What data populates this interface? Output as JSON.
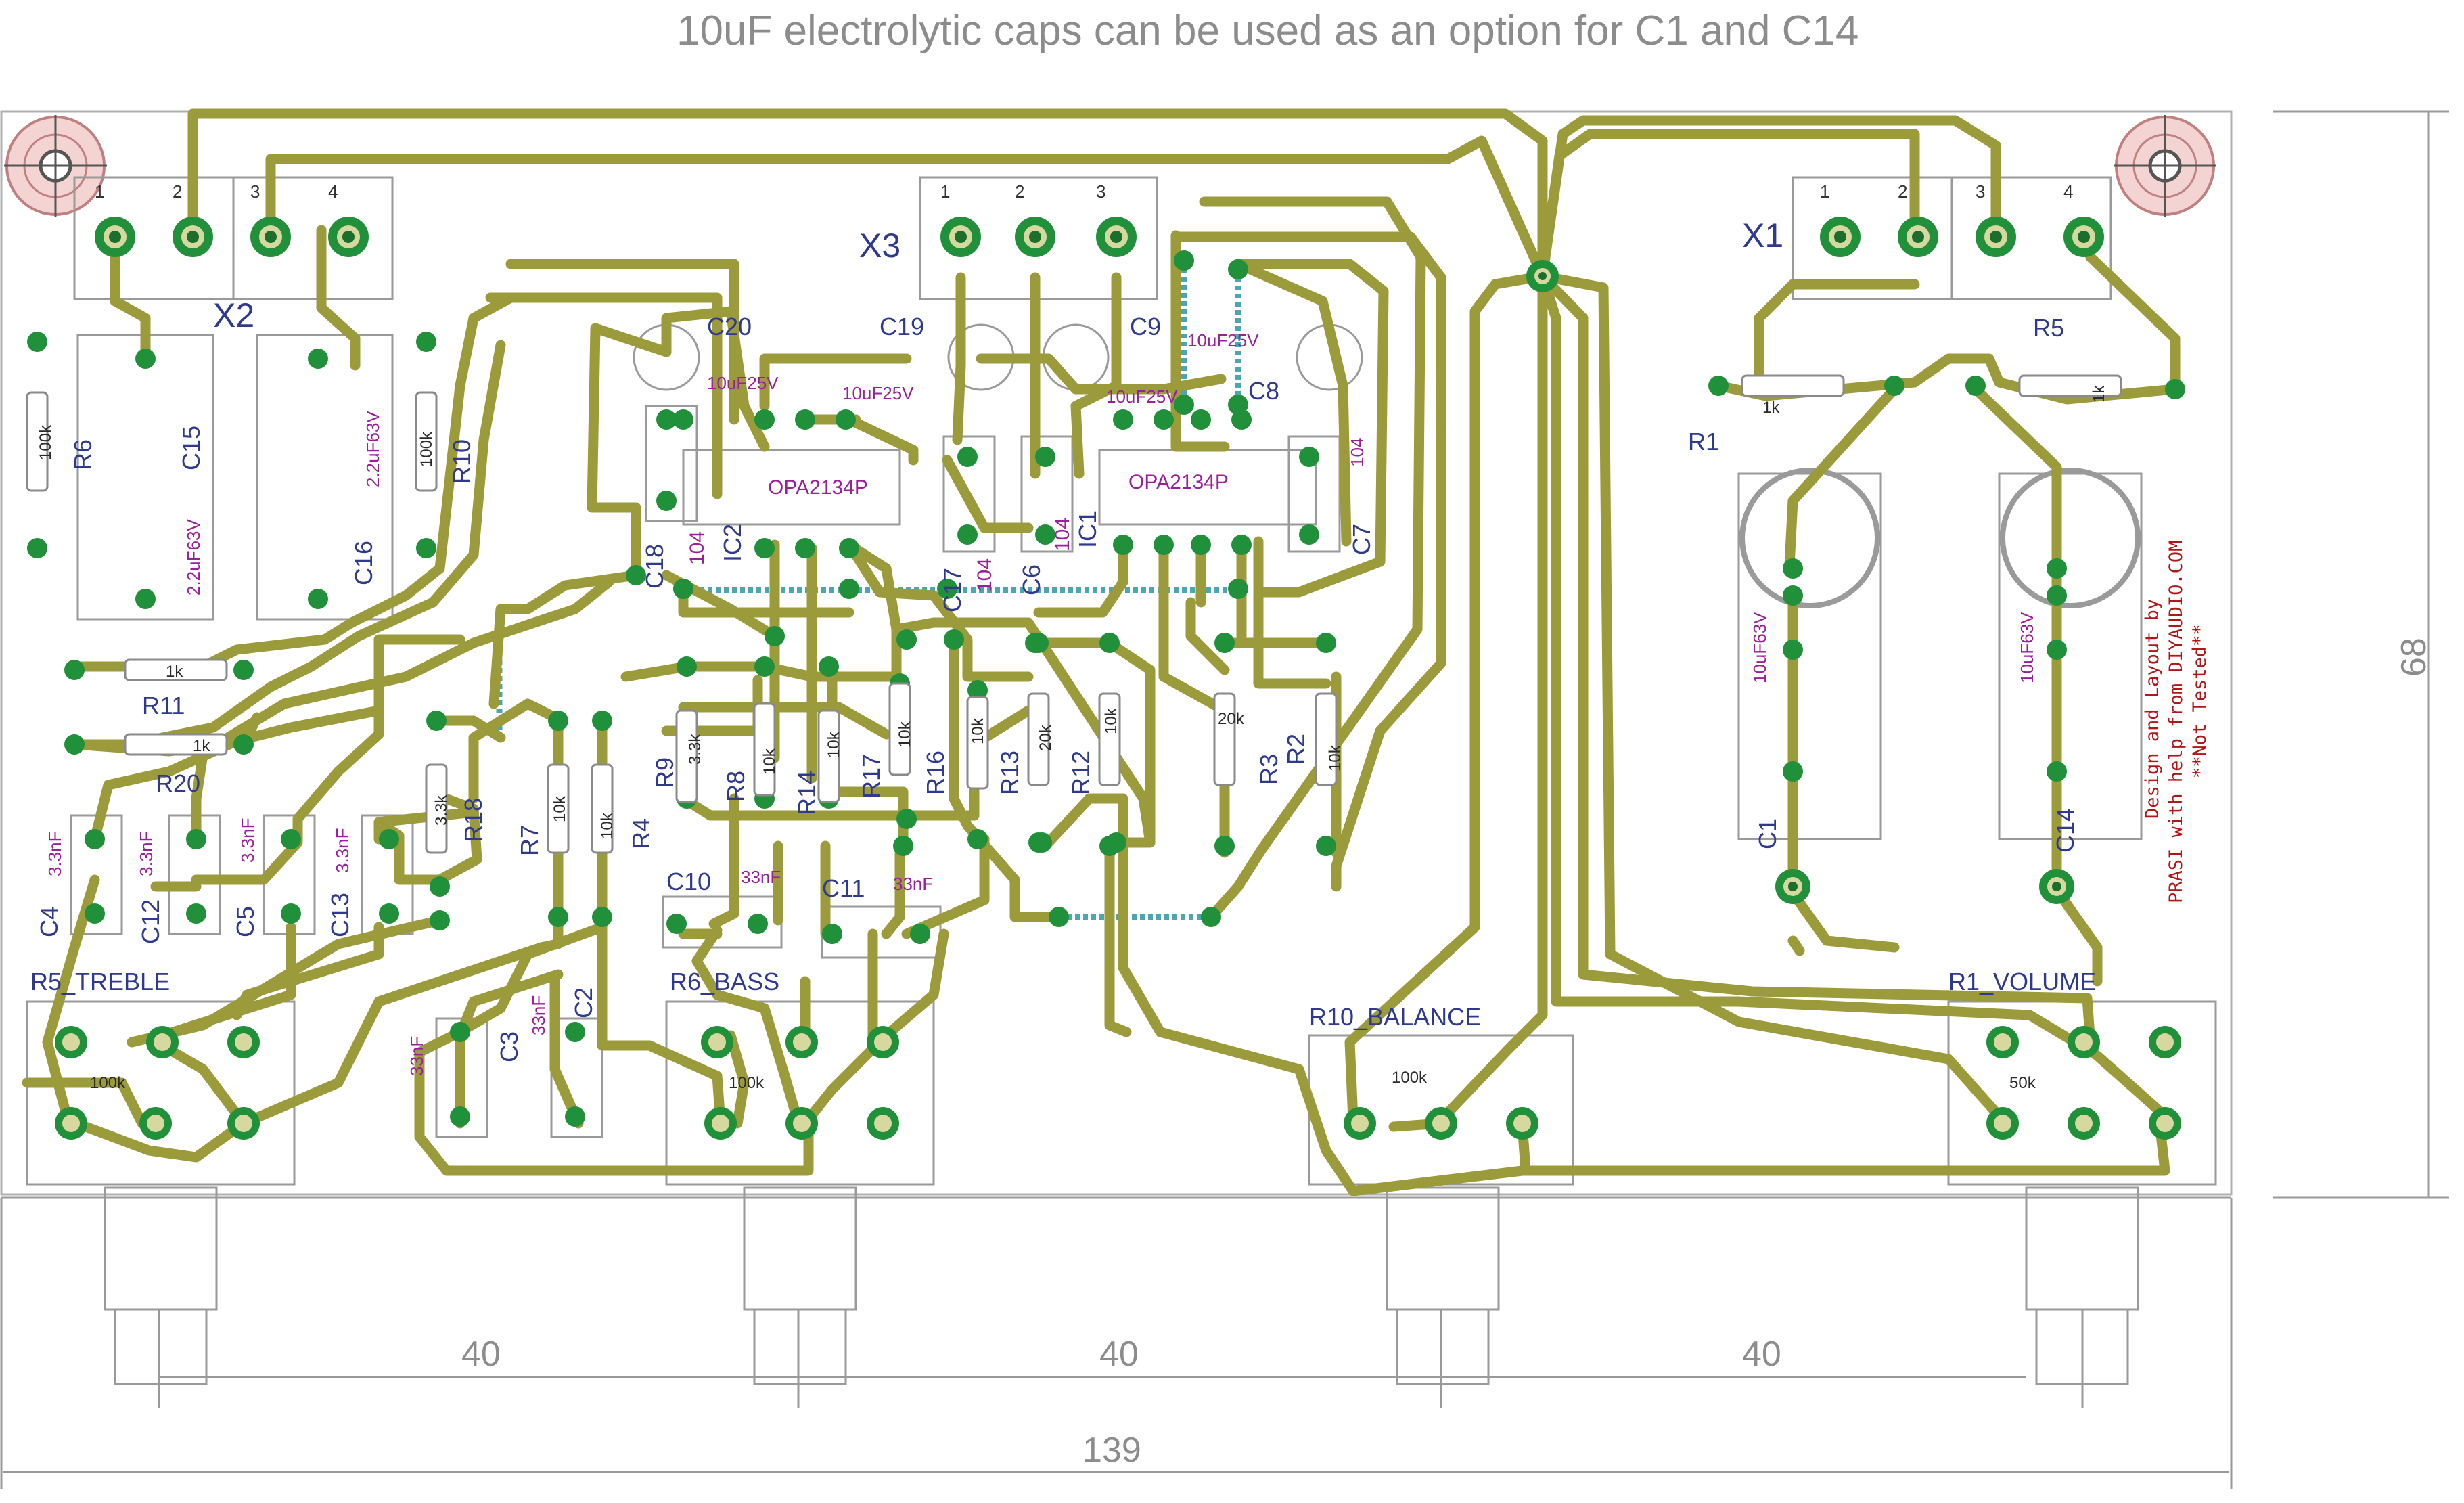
{
  "title": "10uF electrolytic caps can be used as an option for C1 and C14",
  "connectors": [
    {
      "ref": "X1",
      "pins": [
        "1",
        "2",
        "3",
        "4"
      ]
    },
    {
      "ref": "X2",
      "pins": [
        "1",
        "2",
        "3",
        "4"
      ]
    },
    {
      "ref": "X3",
      "pins": [
        "1",
        "2",
        "3"
      ]
    }
  ],
  "ics": [
    {
      "ref": "IC1",
      "part": "OPA2134P"
    },
    {
      "ref": "IC2",
      "part": "OPA2134P"
    }
  ],
  "resistors": [
    {
      "ref": "R1",
      "value": "1k"
    },
    {
      "ref": "R2",
      "value": "10k"
    },
    {
      "ref": "R3",
      "value": "20k"
    },
    {
      "ref": "R4",
      "value": "10k"
    },
    {
      "ref": "R5",
      "value": "1k"
    },
    {
      "ref": "R6",
      "value": "100k"
    },
    {
      "ref": "R7",
      "value": "10k"
    },
    {
      "ref": "R8",
      "value": "10k"
    },
    {
      "ref": "R9",
      "value": "3.3k"
    },
    {
      "ref": "R10",
      "value": "100k"
    },
    {
      "ref": "R11",
      "value": "1k"
    },
    {
      "ref": "R12",
      "value": "10k"
    },
    {
      "ref": "R13",
      "value": "20k"
    },
    {
      "ref": "R14",
      "value": "10k"
    },
    {
      "ref": "R16",
      "value": "10k"
    },
    {
      "ref": "R17",
      "value": "10k"
    },
    {
      "ref": "R18",
      "value": "3.3k"
    },
    {
      "ref": "R20",
      "value": "1k"
    }
  ],
  "capacitors": [
    {
      "ref": "C1",
      "value": "10uF63V"
    },
    {
      "ref": "C2",
      "value": "33nF"
    },
    {
      "ref": "C3",
      "value": "33nF"
    },
    {
      "ref": "C4",
      "value": "3.3nF"
    },
    {
      "ref": "C5",
      "value": "3.3nF"
    },
    {
      "ref": "C6",
      "value": "104"
    },
    {
      "ref": "C7",
      "value": "104"
    },
    {
      "ref": "C8",
      "value": "10uF25V"
    },
    {
      "ref": "C9",
      "value": "10uF25V"
    },
    {
      "ref": "C10",
      "value": "33nF"
    },
    {
      "ref": "C11",
      "value": "33nF"
    },
    {
      "ref": "C12",
      "value": "3.3nF"
    },
    {
      "ref": "C13",
      "value": "3.3nF"
    },
    {
      "ref": "C14",
      "value": "10uF63V"
    },
    {
      "ref": "C15",
      "value": "2.2uF63V"
    },
    {
      "ref": "C16",
      "value": "2.2uF63V"
    },
    {
      "ref": "C17",
      "value": "104"
    },
    {
      "ref": "C18",
      "value": "104"
    },
    {
      "ref": "C19",
      "value": "10uF25V"
    },
    {
      "ref": "C20",
      "value": "10uF25V"
    }
  ],
  "potentiometers": [
    {
      "ref": "R5_TREBLE",
      "value": "100k"
    },
    {
      "ref": "R6_BASS",
      "value": "100k"
    },
    {
      "ref": "R10_BALANCE",
      "value": "100k"
    },
    {
      "ref": "R1_VOLUME",
      "value": "50k"
    }
  ],
  "credits": [
    "Design and Layout by",
    "PRASI with help from DIYAUDIO.COM",
    "**Not Tested**"
  ],
  "dimensions": {
    "spacing_1": "40",
    "spacing_2": "40",
    "spacing_3": "40",
    "width": "139",
    "height": "68"
  },
  "colors": {
    "trace": "#9b9b3c",
    "pad": "#21903a",
    "jumper": "#4aa7b2",
    "reference_text": "#2f3a8f",
    "value_text": "#9a1f9a",
    "credit_text": "#b01818"
  }
}
